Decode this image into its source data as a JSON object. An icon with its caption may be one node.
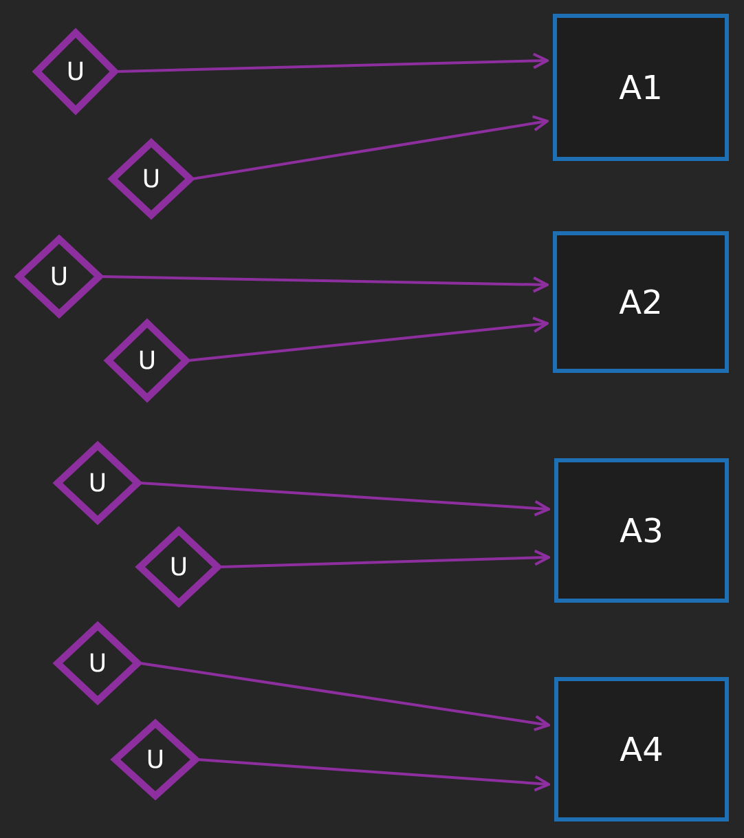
{
  "diagram": {
    "nodes": [
      {
        "text": [
          "U"
        ]
      },
      {
        "text": [
          "U"
        ]
      },
      {
        "text": [
          "U"
        ]
      },
      {
        "text": [
          "U"
        ]
      },
      {
        "text": [
          "U"
        ]
      },
      {
        "text": [
          "U"
        ]
      },
      {
        "text": [
          "U"
        ]
      },
      {
        "text": [
          "U"
        ]
      },
      {
        "text": [
          "A1"
        ]
      },
      {
        "text": [
          "A2"
        ]
      },
      {
        "text": [
          "A3"
        ]
      },
      {
        "text": [
          "A4"
        ]
      }
    ],
    "edges": [
      {
        "from": 0,
        "to": 8,
        "arrow": "to"
      },
      {
        "from": 1,
        "to": 8,
        "arrow": "to"
      },
      {
        "from": 2,
        "to": 9,
        "arrow": "to"
      },
      {
        "from": 3,
        "to": 9,
        "arrow": "to"
      },
      {
        "from": 4,
        "to": 10,
        "arrow": "to"
      },
      {
        "from": 5,
        "to": 10,
        "arrow": "to"
      },
      {
        "from": 6,
        "to": 11,
        "arrow": "to"
      },
      {
        "from": 7,
        "to": 11,
        "arrow": "to"
      }
    ]
  }
}
